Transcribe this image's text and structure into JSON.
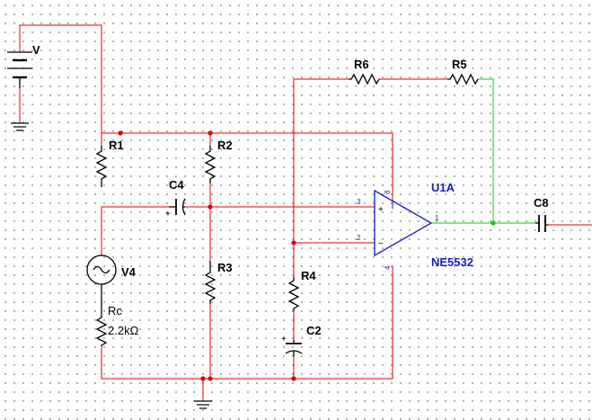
{
  "colors": {
    "wire": "#e00000",
    "output_wire": "#14c814",
    "component": "#000000",
    "opamp": "#1a1acc"
  },
  "labels": {
    "V": "V",
    "R1": "R1",
    "R2": "R2",
    "R3": "R3",
    "R4": "R4",
    "R5": "R5",
    "R6": "R6",
    "C2": "C2",
    "C4": "C4",
    "C8": "C8",
    "V4": "V4",
    "Rc": "Rc",
    "Rc_value": "2.2kΩ",
    "U1A": "U1A",
    "NE5532": "NE5532"
  },
  "opamp": {
    "pin_plus": "3",
    "pin_minus": "2",
    "pin_out": "1",
    "pin_vcc": "8",
    "pin_vee": "4",
    "sign_plus": "+",
    "sign_minus": "−"
  },
  "polarity": {
    "c4": "+",
    "c2": "+"
  },
  "icons": [
    "battery-icon",
    "ground-icon",
    "resistor-icon",
    "capacitor-icon",
    "ac-source-icon",
    "opamp-icon"
  ]
}
